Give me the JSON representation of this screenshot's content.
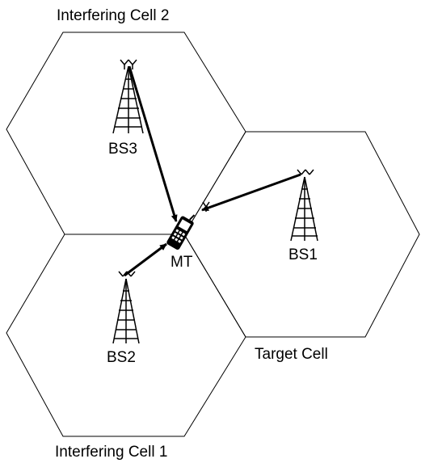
{
  "cells": {
    "interfering_cell_2": "Interfering Cell 2",
    "interfering_cell_1": "Interfering Cell 1",
    "target_cell": "Target Cell"
  },
  "nodes": {
    "bs1": "BS1",
    "bs2": "BS2",
    "bs3": "BS3",
    "mt": "MT"
  },
  "links": [
    {
      "from": "BS3",
      "to": "MT"
    },
    {
      "from": "BS1",
      "to": "MT"
    },
    {
      "from": "BS2",
      "to": "MT"
    }
  ]
}
